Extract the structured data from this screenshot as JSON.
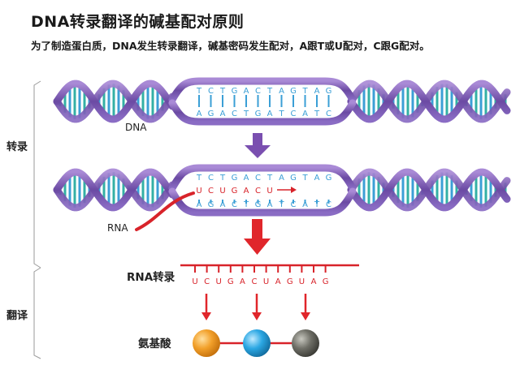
{
  "header": {
    "title": "DNA转录翻译的碱基配对原则",
    "subtitle": "为了制造蛋白质，DNA发生转录翻译，碱基密码发生配对，A跟T或U配对，C跟G配对。"
  },
  "stages": {
    "transcription": "转录",
    "translation": "翻译"
  },
  "labels": {
    "dna": "DNA",
    "rna": "RNA",
    "mrna": "RNA转录",
    "amino_acids": "氨基酸"
  },
  "sequences": {
    "top_strand": [
      "T",
      "C",
      "T",
      "G",
      "A",
      "C",
      "T",
      "A",
      "G",
      "T",
      "A",
      "G"
    ],
    "bottom_strand": [
      "A",
      "G",
      "A",
      "C",
      "T",
      "G",
      "A",
      "T",
      "C",
      "A",
      "T",
      "C"
    ],
    "rna_growing": [
      "U",
      "C",
      "U",
      "G",
      "A",
      "C",
      "U"
    ],
    "mrna": [
      "U",
      "C",
      "U",
      "G",
      "A",
      "C",
      "U",
      "A",
      "G",
      "U",
      "A",
      "G"
    ]
  },
  "amino_acid_colors": [
    "#f2a02a",
    "#2ba7e3",
    "#6f6f67"
  ],
  "colors": {
    "helix_strand": "#7c5fb0",
    "base_blue": "#3b9fd6",
    "base_teal": "#33b0a5",
    "rna_red": "#d8232a",
    "arrow_purple": "#7a4fb0",
    "arrow_red": "#e0262b",
    "bracket": "#9a9a9a"
  }
}
